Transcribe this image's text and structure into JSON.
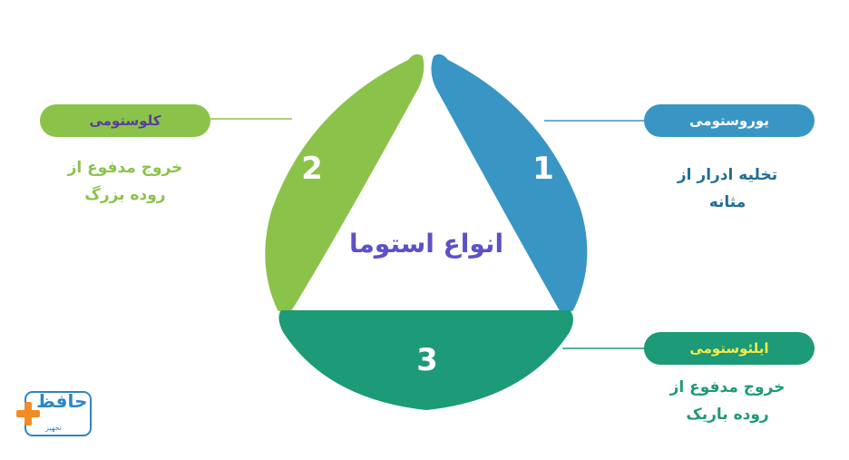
{
  "center_title": "انواع استوما",
  "segments": [
    {
      "number": "1",
      "label": "یوروستومی",
      "description_line1": "تخلیه ادرار از",
      "description_line2": "مثانه",
      "color": "#3996c4",
      "label_text_color": "#ffffff",
      "desc_color": "#1f6f93"
    },
    {
      "number": "2",
      "label": "کلوستومی",
      "description_line1": "خروج مدفوع از",
      "description_line2": "روده بزرگ",
      "color": "#8bc34a",
      "label_text_color": "#5a3c9e",
      "desc_color": "#8bc34a"
    },
    {
      "number": "3",
      "label": "ایلئوستومی",
      "description_line1": "خروج مدفوع از",
      "description_line2": "روده باریک",
      "color": "#1d9a77",
      "label_text_color": "#f6e94a",
      "desc_color": "#1d9a77"
    }
  ],
  "logo": {
    "text": "حافظ",
    "subtext": "تجهیز"
  }
}
